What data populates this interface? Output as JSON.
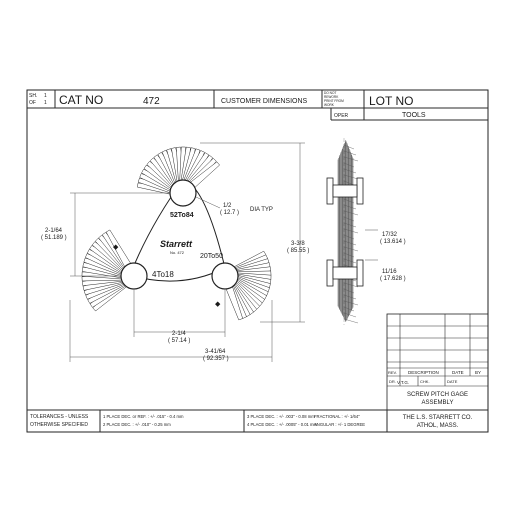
{
  "title_block": {
    "sheet_label": "SH.",
    "sheet_num": "1",
    "of_label": "OF",
    "of_num": "1",
    "cat_no_label": "CAT NO",
    "cat_no_value": "472",
    "customer_dimensions": "CUSTOMER DIMENSIONS",
    "do_not_rework": [
      "DO NOT",
      "REWORK",
      "PRINT FROM",
      "WORK"
    ],
    "lot_no_label": "LOT NO",
    "oper_label": "OPER",
    "tools_label": "TOOLS"
  },
  "drawing": {
    "label_52to84": "52To84",
    "label_starrett": "Starrett",
    "label_no472": "No. 472",
    "label_4to18": "4To18",
    "label_20to50": "20To50",
    "dim_hole": "1/2",
    "dim_hole_mm": "( 12.7 )",
    "dia_typ": "DIA TYP",
    "dim_left": "2-1/64",
    "dim_left_mm": "( 51.189 )",
    "dim_height": "3-3/8",
    "dim_height_mm": "( 85.55 )",
    "dim_span": "2-1/4",
    "dim_span_mm": "( 57.14 )",
    "dim_width": "3-41/64",
    "dim_width_mm": "( 92.357 )",
    "dim_side1": "17/32",
    "dim_side1_mm": "( 13.614 )",
    "dim_side2": "11/16",
    "dim_side2_mm": "( 17.628 )"
  },
  "revision_block": {
    "rev": "REV.",
    "description": "DESCRIPTION",
    "date": "DATE",
    "by": "BY",
    "dr": "DR.",
    "dr_value": "V.T.G.",
    "chk": "CHK.",
    "date2": "DATE",
    "title_line1": "SCREW PITCH GAGE",
    "title_line2": "ASSEMBLY"
  },
  "footer": {
    "tolerances": "TOLERANCES - UNLESS",
    "otherwise": "OTHERWISE SPECIFIED",
    "p1_ref": "1 PLACE DEC. or REF. : +/- .015\" - 0.4 mm",
    "p2": "2 PLACE DEC. : +/- .010\" - 0.25 mm",
    "p3": "3 PLACE DEC. : +/- .003\" - 0.08 mm",
    "p4": "4 PLACE DEC. : +/- .0005\" - 0.01 mm",
    "fractional": "FRACTIONAL : +/- 1/64\"",
    "angular": "ANGULAR : +/- 1 DEGREE",
    "company1": "THE L.S. STARRETT CO.",
    "company2": "ATHOL, MASS."
  }
}
